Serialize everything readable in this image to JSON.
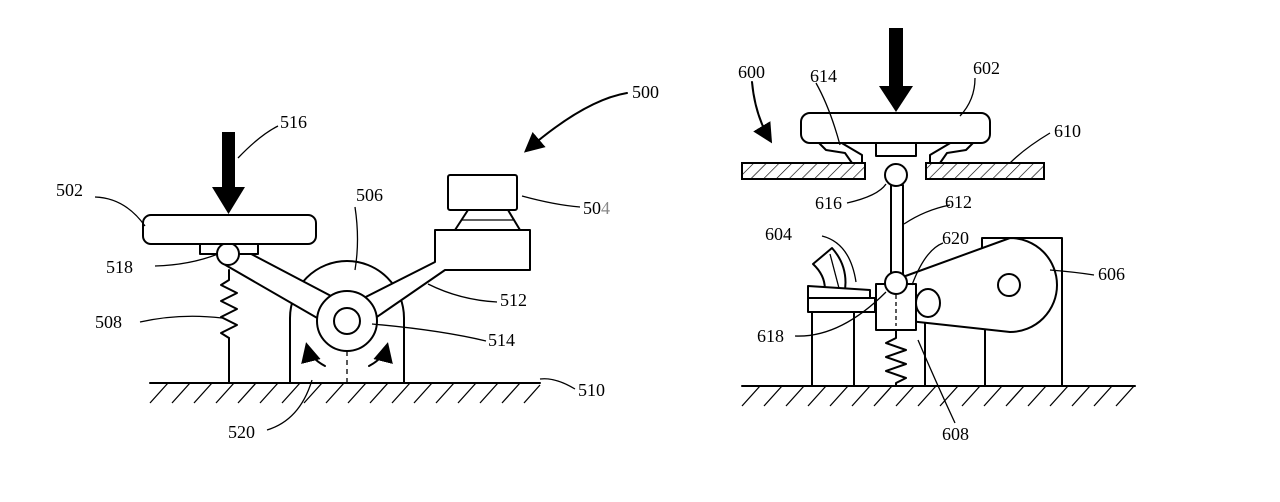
{
  "figure_5": {
    "ref_assembly": "500",
    "ref_keycap": "502",
    "ref_switch_part1": "50",
    "ref_switch_part2": "4",
    "ref_pivot_bracket": "506",
    "ref_spring": "508",
    "ref_base": "510",
    "ref_lever": "512",
    "ref_pivot": "514",
    "ref_force": "516",
    "ref_ball": "518",
    "ref_rotation": "520"
  },
  "figure_6": {
    "ref_assembly": "600",
    "ref_keycap": "602",
    "ref_cam_arm": "604",
    "ref_cam": "606",
    "ref_spring": "608",
    "ref_plate": "610",
    "ref_rod": "612",
    "ref_hook": "614",
    "ref_upper_joint": "616",
    "ref_lower_joint": "618",
    "ref_slider": "620"
  }
}
